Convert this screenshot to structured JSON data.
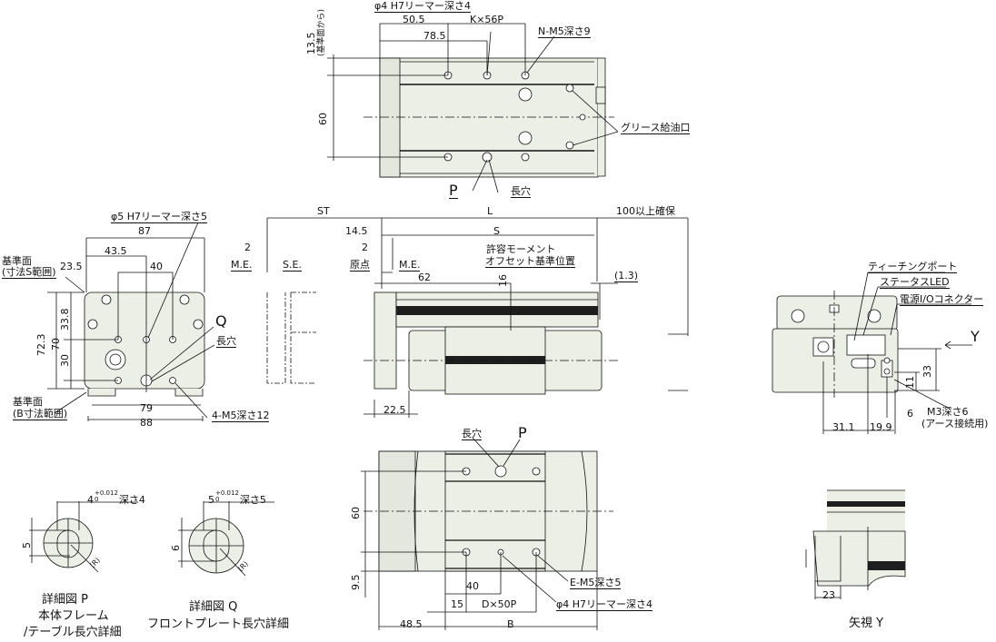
{
  "colors": {
    "body": "#ecefe6",
    "line": "#111111",
    "dark": "#1e1e1e"
  },
  "top_view": {
    "reamer": "φ4 H7リーマー深さ4",
    "d50_5": "50.5",
    "k56p": "K×56P",
    "d78_5": "78.5",
    "nm5": "N-M5深さ9",
    "d13_5": "13.5",
    "ref_from": "(基準面から)",
    "d60": "60",
    "grease": "グリース給油口",
    "p": "P",
    "slot": "長穴"
  },
  "side_view": {
    "st": "ST",
    "l": "L",
    "clear": "100以上確保",
    "d14_5": "14.5",
    "s": "S",
    "d2a": "2",
    "me_a": "M.E.",
    "se": "S.E.",
    "d2b": "2",
    "origin": "原点",
    "me_b": "M.E.",
    "moment1": "許容モーメント",
    "moment2": "オフセット基準位置",
    "d62": "62",
    "d16": "16",
    "d1_3": "(1.3)",
    "d22_5": "22.5"
  },
  "front_view": {
    "reamer": "φ5 H7リーマー深さ5",
    "d87": "87",
    "d43_5": "43.5",
    "d40": "40",
    "ref1a": "基準面",
    "ref1b": "(寸法S範囲)",
    "d23_5": "23.5",
    "d72_3": "72.3",
    "d70": "70",
    "d33_8": "33.8",
    "d30": "30",
    "q": "Q",
    "slot": "長穴",
    "ref2a": "基準面",
    "ref2b": "(B寸法範囲)",
    "d79": "79",
    "d88": "88",
    "m5": "4-M5深さ12"
  },
  "rear_view": {
    "teach": "ティーチングポート",
    "led": "ステータスLED",
    "power": "電源I/Oコネクター",
    "y": "Y",
    "d33": "33",
    "d11": "11",
    "d6": "6",
    "m3a": "M3深さ6",
    "m3b": "(アース接続用)",
    "d31_1": "31.1",
    "d19_9": "19.9"
  },
  "bottom_view": {
    "slot": "長穴",
    "p": "P",
    "d60": "60",
    "d9_5": "9.5",
    "em5": "E-M5深さ5",
    "d40": "40",
    "d15": "15",
    "d50p": "D×50P",
    "reamer": "φ4 H7リーマー深さ4",
    "d48_5": "48.5",
    "b": "B"
  },
  "detail_p": {
    "dia": "4",
    "tol_upper": "+0.012",
    "tol_lower": "0",
    "depth": "深さ4",
    "d5": "5",
    "r": "(R)",
    "title": "詳細図 P",
    "sub1": "本体フレーム",
    "sub2": "/テーブル長穴詳細"
  },
  "detail_q": {
    "dia": "5",
    "tol_upper": "+0.012",
    "tol_lower": "0",
    "depth": "深さ5",
    "d6": "6",
    "r": "(R)",
    "title": "詳細図 Q",
    "sub1": "フロントプレート長穴詳細"
  },
  "view_y": {
    "title": "矢視 Y",
    "d23": "23"
  }
}
